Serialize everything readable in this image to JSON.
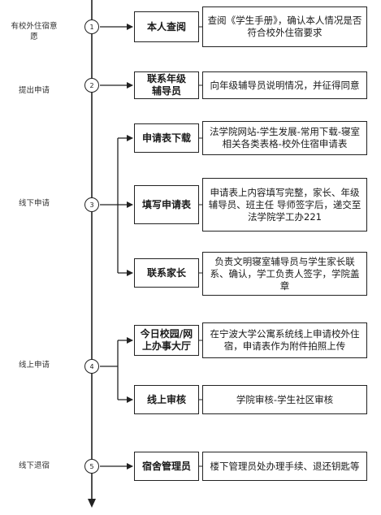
{
  "stages": [
    {
      "label": "有校外住宿意愿",
      "num": "1"
    },
    {
      "label": "提出申请",
      "num": "2"
    },
    {
      "label": "线下申请",
      "num": "3"
    },
    {
      "label": "线上申请",
      "num": "4"
    },
    {
      "label": "线下退宿",
      "num": "5"
    }
  ],
  "steps": [
    {
      "role": "本人查阅",
      "desc": "查阅《学生手册》，确认本人情况是否符合校外住宿要求"
    },
    {
      "role": "联系年级辅导员",
      "desc": "向年级辅导员说明情况，并征得同意"
    },
    {
      "role": "申请表下载",
      "desc": "法学院网站-学生发展-常用下载-寝室相关各类表格-校外住宿申请表"
    },
    {
      "role": "填写申请表",
      "desc": "申请表上内容填写完整，家长、年级辅导员、班主任 导师签字后，递交至法学院学工办221"
    },
    {
      "role": "联系家长",
      "desc": "负责文明寝室辅导员与学生家长联系、确认，学工负责人签字，学院盖章"
    },
    {
      "role": "今日校园/网上办事大厅",
      "desc": "在宁波大学公寓系统线上申请校外住宿，申请表作为附件拍照上传"
    },
    {
      "role": "线上审核",
      "desc": "学院审核-学生社区审核"
    },
    {
      "role": "宿舍管理员",
      "desc": "楼下管理员处办理手续、退还钥匙等"
    }
  ]
}
